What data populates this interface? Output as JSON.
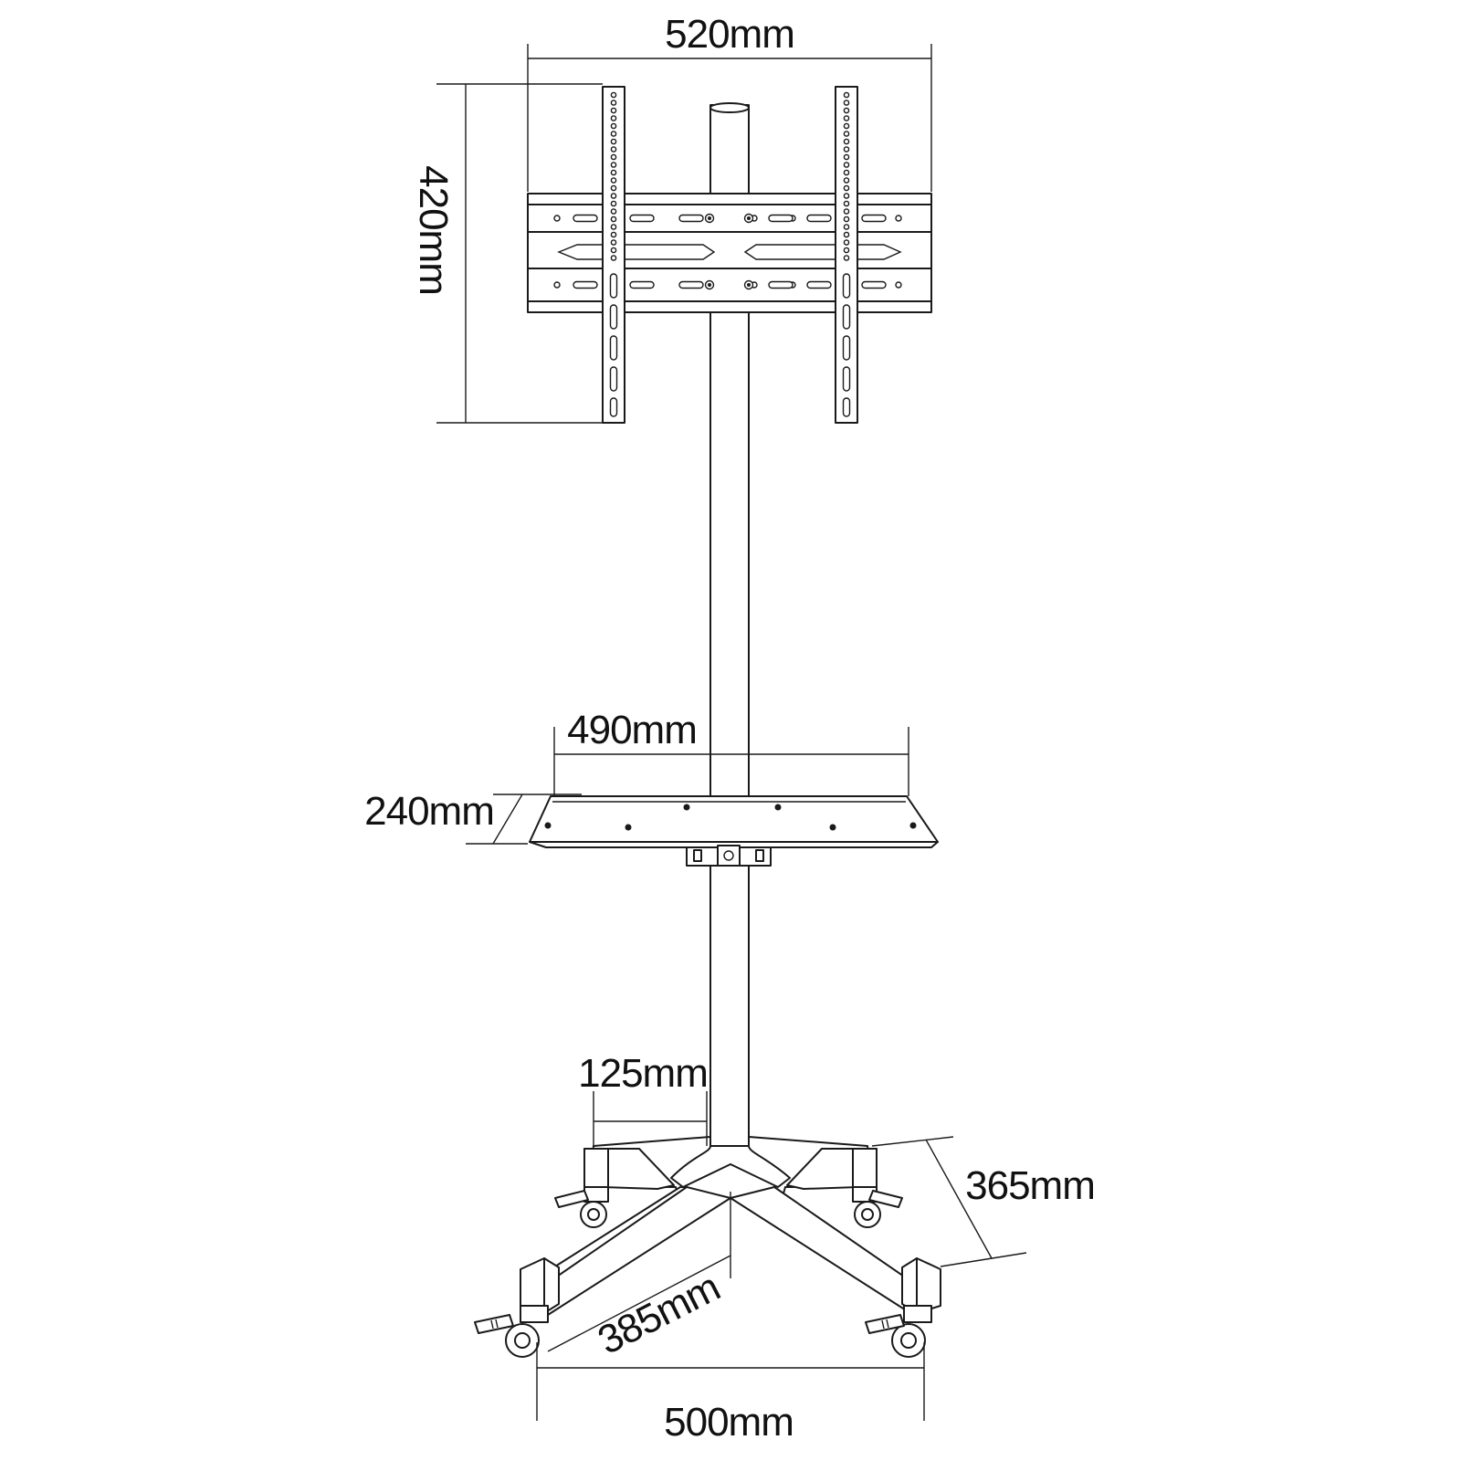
{
  "dimensions": {
    "mount_width": "520mm",
    "mount_height": "420mm",
    "shelf_width": "490mm",
    "shelf_depth": "240mm",
    "column_to_leg": "125mm",
    "leg_spread_side": "365mm",
    "leg_length": "385mm",
    "base_width": "500mm"
  },
  "colors": {
    "line": "#1a1a1a",
    "background": "#ffffff"
  }
}
